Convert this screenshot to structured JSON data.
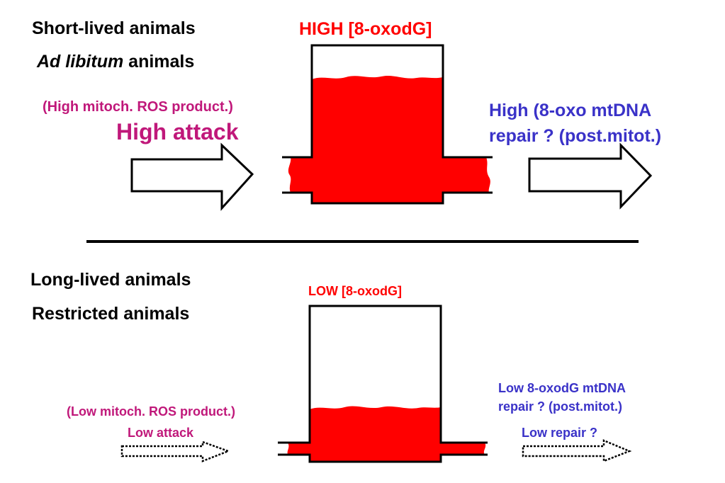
{
  "colors": {
    "text": "#000000",
    "level_label": "#ff0000",
    "attack_text": "#c0187a",
    "repair_text": "#3a32c8",
    "fluid": "#ff0000"
  },
  "top": {
    "group_line1": "Short-lived animals",
    "group_line2_italic": "Ad libitum",
    "group_line2_rest": " animals",
    "level": "HIGH [8-oxodG]",
    "attack_note": "(High mitoch. ROS product.)",
    "attack": "High attack",
    "repair_line1": "High (8-oxo mtDNA",
    "repair_line2": "repair ? (post.mitot.)"
  },
  "bottom": {
    "group_line1": "Long-lived animals",
    "group_line2": "Restricted animals",
    "level": "LOW [8-oxodG]",
    "attack_note": "(Low mitoch. ROS product.)",
    "attack": "Low attack",
    "repair_line1": "Low 8-oxodG mtDNA",
    "repair_line2": "repair ? (post.mitot.)",
    "repair": "Low repair ?"
  }
}
